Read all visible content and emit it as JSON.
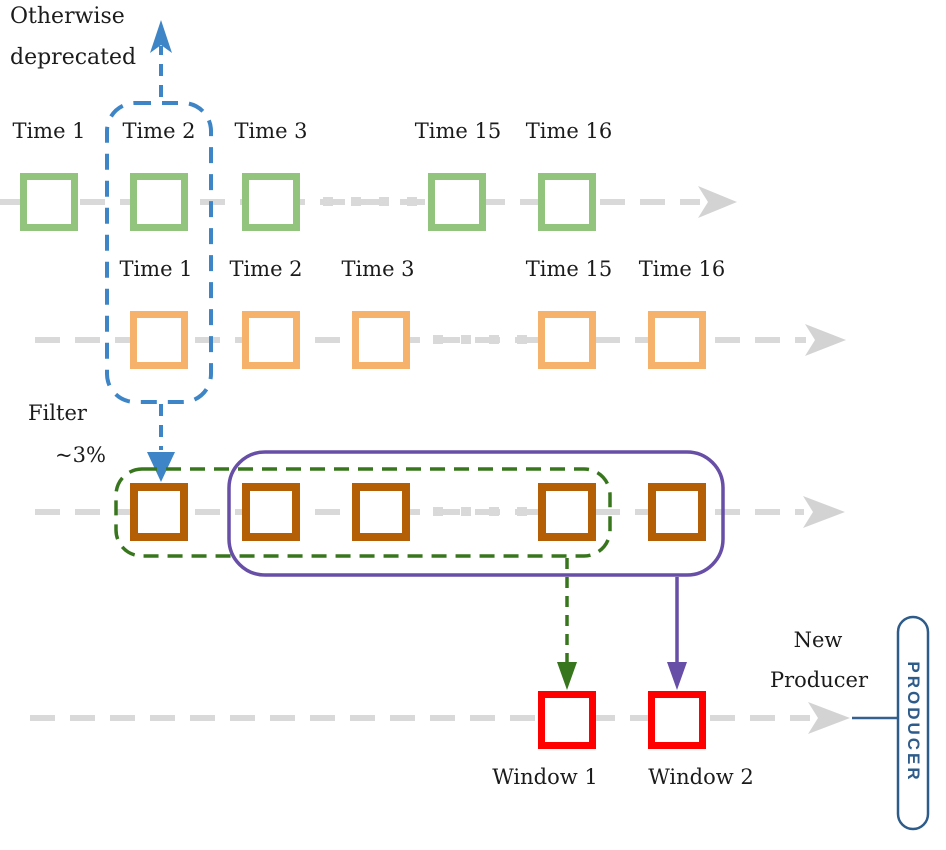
{
  "diagram": {
    "deprecated_note": {
      "line1": "Otherwise",
      "line2": "deprecated"
    },
    "filter_note": {
      "line1": "Filter",
      "line2": "~3%"
    },
    "producer_note": {
      "line1": "New",
      "line2": "Producer"
    },
    "producer_capsule_label": "PRODUCER",
    "green_timeline": {
      "labels": [
        "Time 1",
        "Time 2",
        "Time 3",
        "Time 15",
        "Time 16"
      ]
    },
    "orange_timeline": {
      "labels": [
        "Time 1",
        "Time 2",
        "Time 3",
        "Time 15",
        "Time 16"
      ]
    },
    "window_labels": [
      "Window 1",
      "Window 2"
    ],
    "colors": {
      "green_box": "#93c47d",
      "orange_box": "#f6b26b",
      "brown_box": "#b45f06",
      "red_box": "#ff0000",
      "timeline_gray": "#d9d9d9",
      "selection_blue": "#3d85c6",
      "group_green": "#38761d",
      "group_purple": "#674ea7",
      "producer_blue": "#2e5c8a",
      "text": "#1b1b1b"
    }
  }
}
